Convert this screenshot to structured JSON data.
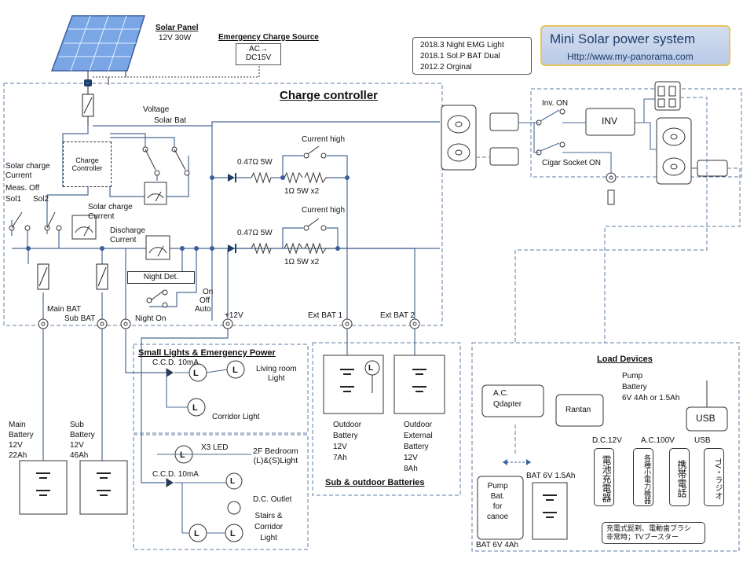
{
  "solar_panel": {
    "title": "Solar Panel",
    "spec": "12V  30W"
  },
  "emergency_source": {
    "title": "Emergency  Charge Source",
    "line1": "AC→",
    "line2": "DC15V"
  },
  "revisions": [
    "2018.3  Night EMG Light",
    "2018.1  Sol.P BAT Dual",
    "2012.2  Orginal"
  ],
  "header": {
    "title": "Mini Solar power system",
    "url": "Http://www.my-panorama.com"
  },
  "charge_controller": {
    "title": "Charge  controller",
    "controller_box": "Charge\nController",
    "voltage": "Voltage",
    "solar_bat": "Solar   Bat",
    "solar_charge_current": "Solar charge\nCurrent",
    "meas_off": "Meas.  Off",
    "sol1": "Sol1",
    "sol2": "Sol2",
    "solar_charge_meter": "Solar charge\nCurrent",
    "discharge_current": "Discharge\nCurrent",
    "night_det": "Night  Det.",
    "on": "On",
    "off": "Off",
    "auto": "Auto",
    "r1": "0.47Ω 5W",
    "r2": "1Ω 5W x2",
    "current_high": "Current high",
    "main_bat": "Main BAT",
    "sub_bat": "Sub BAT",
    "night_on": "Night On",
    "plus12v": "+12V",
    "ext_bat1": "Ext BAT 1",
    "ext_bat2": "Ext BAT 2"
  },
  "inverter": {
    "inv_on": "Inv.  ON",
    "inv": "INV",
    "cigar": "Cigar Socket  ON"
  },
  "batteries_left": {
    "main": [
      "Main",
      "Battery",
      "12V",
      "22Ah"
    ],
    "sub": [
      "Sub",
      "Battery",
      "12V",
      "46Ah"
    ]
  },
  "small_lights": {
    "title": "Small Lights & Emergency Power",
    "ccd1": "C.C.D. 10mA",
    "living": "Living room\nLight",
    "corridor": "Corridor  Light",
    "x3led": "X3 LED",
    "bedroom": "2F Bedroom\n(L)&(S)Light",
    "ccd2": "C.C.D. 10mA",
    "dc_outlet": "D.C. Outlet",
    "stairs": "Stairs &\nCorridor\nLight"
  },
  "sub_outdoor": {
    "title": "Sub & outdoor  Batteries",
    "outdoor": "Outdoor\nBattery\n12V\n7Ah",
    "external": "Outdoor\nExternal\nBattery\n12V\n8Ah"
  },
  "load_devices": {
    "title": "Load Devices",
    "ac_adapter": "A.C.\nQdapter",
    "rantan": "Rantan",
    "pump_battery": "Pump\nBattery\n6V  4Ah or 1.5Ah",
    "usb_box": "USB",
    "dc12v": "D.C.12V",
    "ac100v": "A.C.100V",
    "usb": "USB",
    "jp1": "電池充電器",
    "jp2": "各種小電力機器",
    "jp3": "携帯電話",
    "jp4": "TV・ラジオ",
    "jp_note": "充電式髭剃、電動歯ブラシ\n非常時；TVブースター",
    "pump_bat": "Pump\nBat.\nfor\ncanoe",
    "bat_small": "BAT  6V  1.5Ah",
    "bat_big": "BAT   6V  4Ah"
  }
}
